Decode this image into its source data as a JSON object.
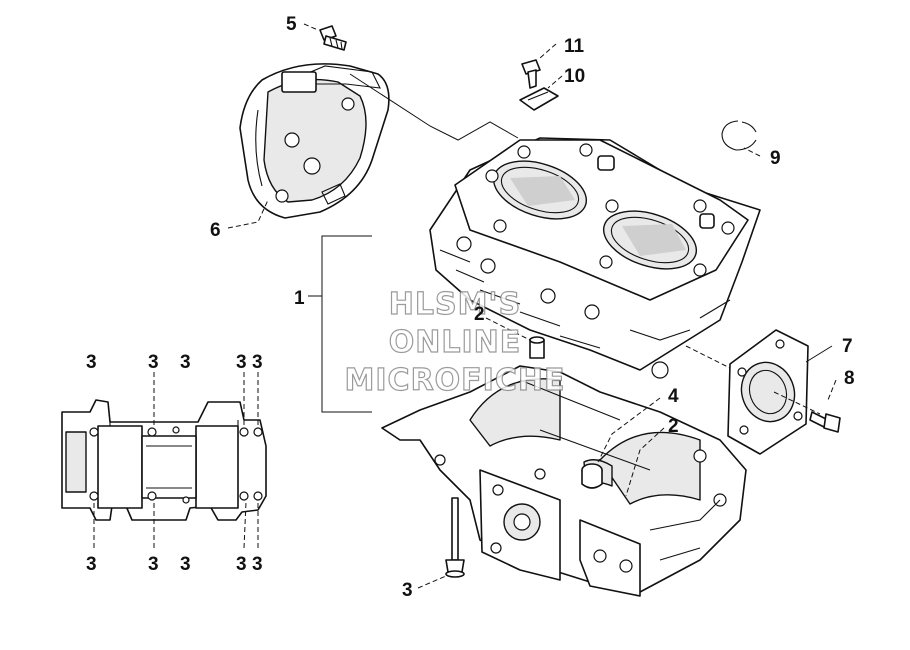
{
  "callouts": {
    "c1": "1",
    "c2a": "2",
    "c2b": "2",
    "c3_left": "3",
    "c3_tl1": "3",
    "c3_tl2": "3",
    "c3_tl3": "3",
    "c3_tl4": "3",
    "c3_bl1": "3",
    "c3_bl2": "3",
    "c3_bl3": "3",
    "c3_bl4": "3",
    "c3_bl5": "3",
    "c3_top0": "3",
    "c4": "4",
    "c5": "5",
    "c6": "6",
    "c7": "7",
    "c8": "8",
    "c9": "9",
    "c10": "10",
    "c11": "11"
  },
  "watermark": {
    "line1": "HLSM'S",
    "line2": "ONLINE",
    "line3": "MICROFICHE"
  },
  "colors": {
    "ink": "#111111",
    "background": "#ffffff",
    "watermark_outline": "#8a8a8a"
  }
}
